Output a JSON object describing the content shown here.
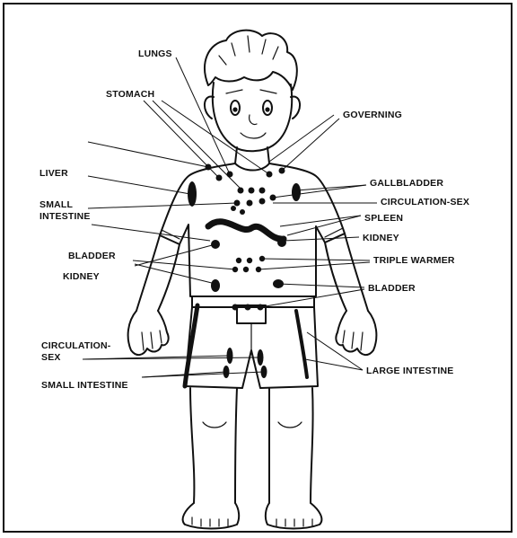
{
  "labels": {
    "lungs": "LUNGS",
    "stomach": "STOMACH",
    "governing": "GOVERNING",
    "liver": "LIVER",
    "gallbladder": "GALLBLADDER",
    "small_intestine_top_1": "SMALL",
    "small_intestine_top_2": "INTESTINE",
    "circulation_sex_right": "CIRCULATION-SEX",
    "spleen": "SPLEEN",
    "kidney_right": "KIDNEY",
    "bladder_left": "BLADDER",
    "kidney_left": "KIDNEY",
    "triple_warmer": "TRIPLE WARMER",
    "bladder_right": "BLADDER",
    "circulation_sex_left_1": "CIRCULATION-",
    "circulation_sex_left_2": "SEX",
    "small_intestine_bottom": "SMALL INTESTINE",
    "large_intestine": "LARGE INTESTINE"
  },
  "colors": {
    "ink": "#111111",
    "background": "#ffffff"
  }
}
